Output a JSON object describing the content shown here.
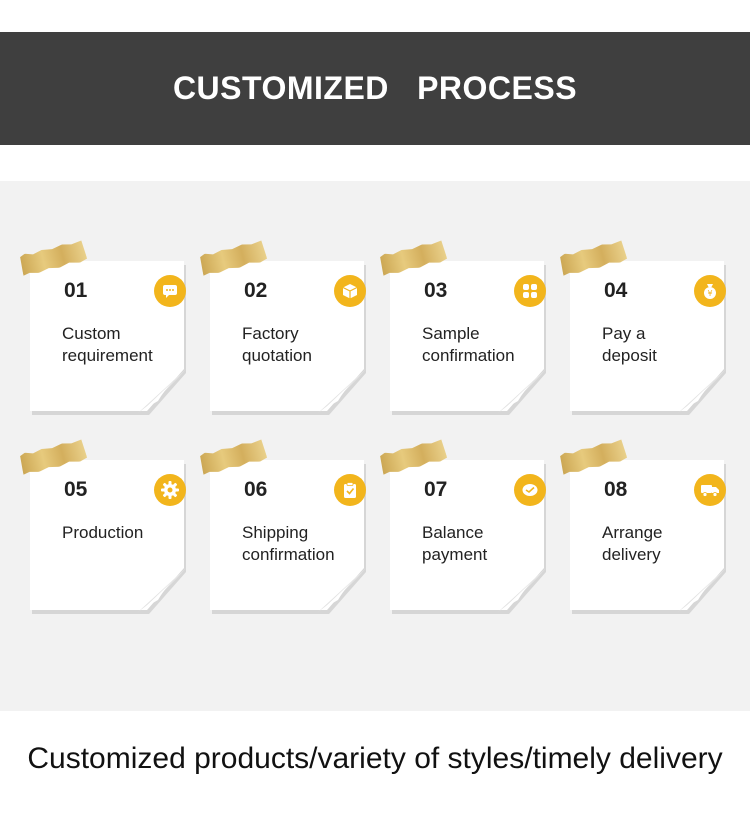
{
  "header": {
    "title": "CUSTOMIZED   PROCESS"
  },
  "steps": [
    {
      "number": "01",
      "line1": "Custom",
      "line2": "requirement",
      "icon": "chat-bubble-icon"
    },
    {
      "number": "02",
      "line1": "Factory",
      "line2": "quotation",
      "icon": "box-icon"
    },
    {
      "number": "03",
      "line1": "Sample",
      "line2": "confirmation",
      "icon": "grid-icon"
    },
    {
      "number": "04",
      "line1": "Pay a",
      "line2": "deposit",
      "icon": "money-bag-icon"
    },
    {
      "number": "05",
      "line1": "Production",
      "line2": "",
      "icon": "gear-icon"
    },
    {
      "number": "06",
      "line1": "Shipping",
      "line2": "confirmation",
      "icon": "clipboard-check-icon"
    },
    {
      "number": "07",
      "line1": "Balance",
      "line2": "payment",
      "icon": "payment-icon"
    },
    {
      "number": "08",
      "line1": "Arrange",
      "line2": "delivery",
      "icon": "truck-icon"
    }
  ],
  "footer": {
    "text": "Customized products/variety of styles/timely delivery"
  },
  "colors": {
    "header_bg": "#3f3f3f",
    "panel_bg": "#f2f2f2",
    "icon_bg": "#f2b51c",
    "tape": "#d9b45c"
  }
}
